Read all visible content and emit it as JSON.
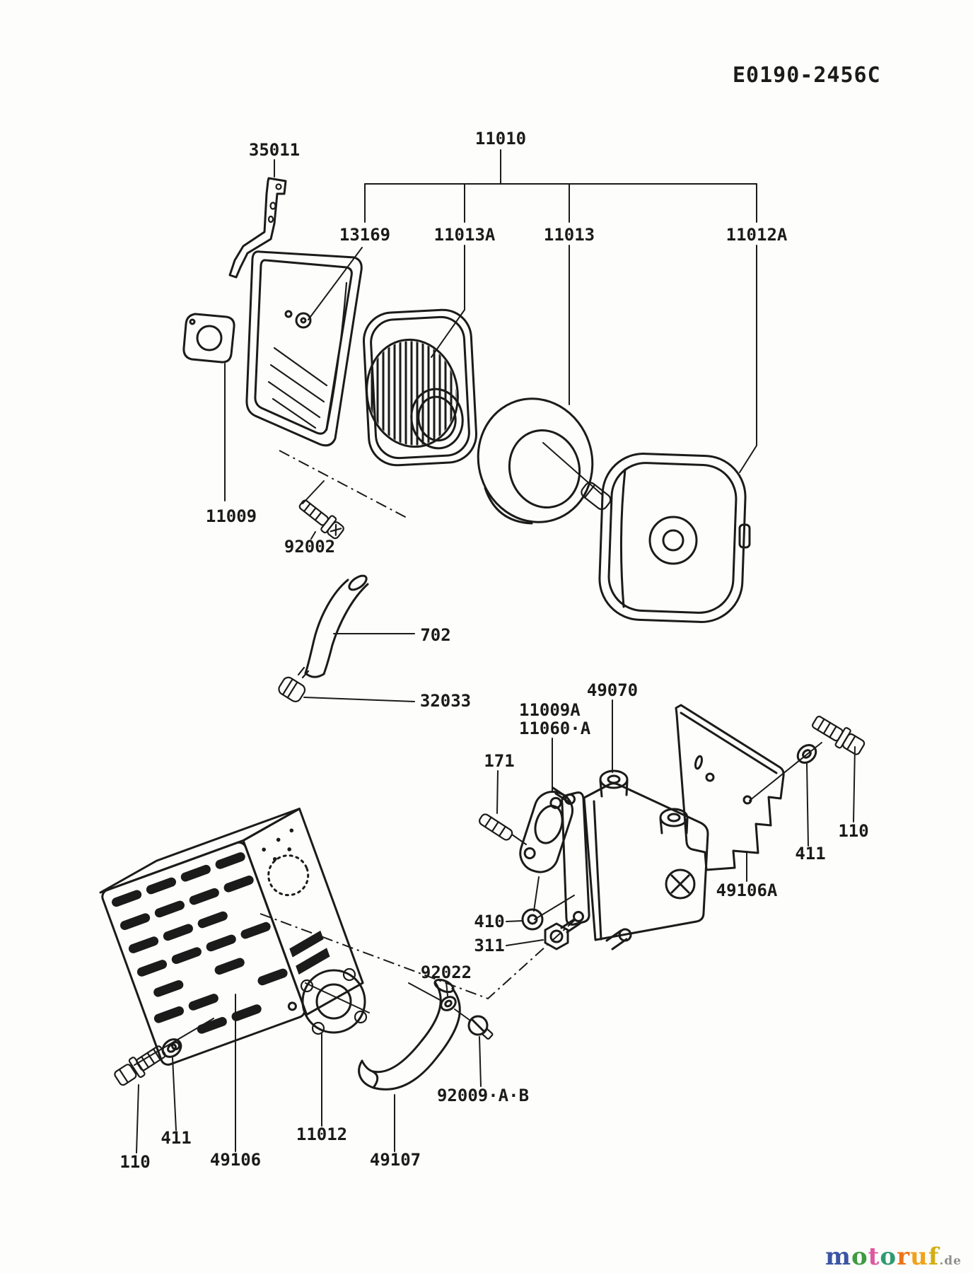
{
  "diagram": {
    "code": "E0190-2456C"
  },
  "labels": [
    {
      "part": "diagram-code",
      "text": "E0190-2456C"
    },
    {
      "part": "bracket",
      "text": "35011"
    },
    {
      "part": "air-filter-assembly",
      "text": "11010"
    },
    {
      "part": "air-cleaner-housing",
      "text": "13169"
    },
    {
      "part": "filter-element",
      "text": "11013A"
    },
    {
      "part": "foam-element",
      "text": "11013"
    },
    {
      "part": "air-cleaner-cover",
      "text": "11012A"
    },
    {
      "part": "gasket",
      "text": "11009"
    },
    {
      "part": "screw",
      "text": "92002"
    },
    {
      "part": "breather-tube",
      "text": "702"
    },
    {
      "part": "clamp",
      "text": "32033"
    },
    {
      "part": "muffler",
      "text": "49070"
    },
    {
      "part": "gasket-a",
      "text": "11009A"
    },
    {
      "part": "gasket-b",
      "text": "11060·A"
    },
    {
      "part": "stud",
      "text": "171"
    },
    {
      "part": "bolt-right",
      "text": "110"
    },
    {
      "part": "washer-right",
      "text": "411"
    },
    {
      "part": "heat-shield",
      "text": "49106A"
    },
    {
      "part": "washer-410",
      "text": "410"
    },
    {
      "part": "nut-311",
      "text": "311"
    },
    {
      "part": "washer-92022",
      "text": "92022"
    },
    {
      "part": "screw-92009",
      "text": "92009·A·B"
    },
    {
      "part": "washer-bottom",
      "text": "411"
    },
    {
      "part": "plate",
      "text": "11012"
    },
    {
      "part": "bolt-bottom",
      "text": "110"
    },
    {
      "part": "muffler-guard",
      "text": "49106"
    },
    {
      "part": "pipe-guard",
      "text": "49107"
    }
  ],
  "watermark": {
    "letters": [
      {
        "ch": "m",
        "color": "#3b55a4"
      },
      {
        "ch": "o",
        "color": "#3d9b41"
      },
      {
        "ch": "t",
        "color": "#df57a0"
      },
      {
        "ch": "o",
        "color": "#2e9b72"
      },
      {
        "ch": "r",
        "color": "#ea7418"
      },
      {
        "ch": "u",
        "color": "#f0a21c"
      },
      {
        "ch": "f",
        "color": "#d4ad14"
      }
    ],
    "suffix": ".de",
    "suffix_color": "#8f8f8f"
  }
}
